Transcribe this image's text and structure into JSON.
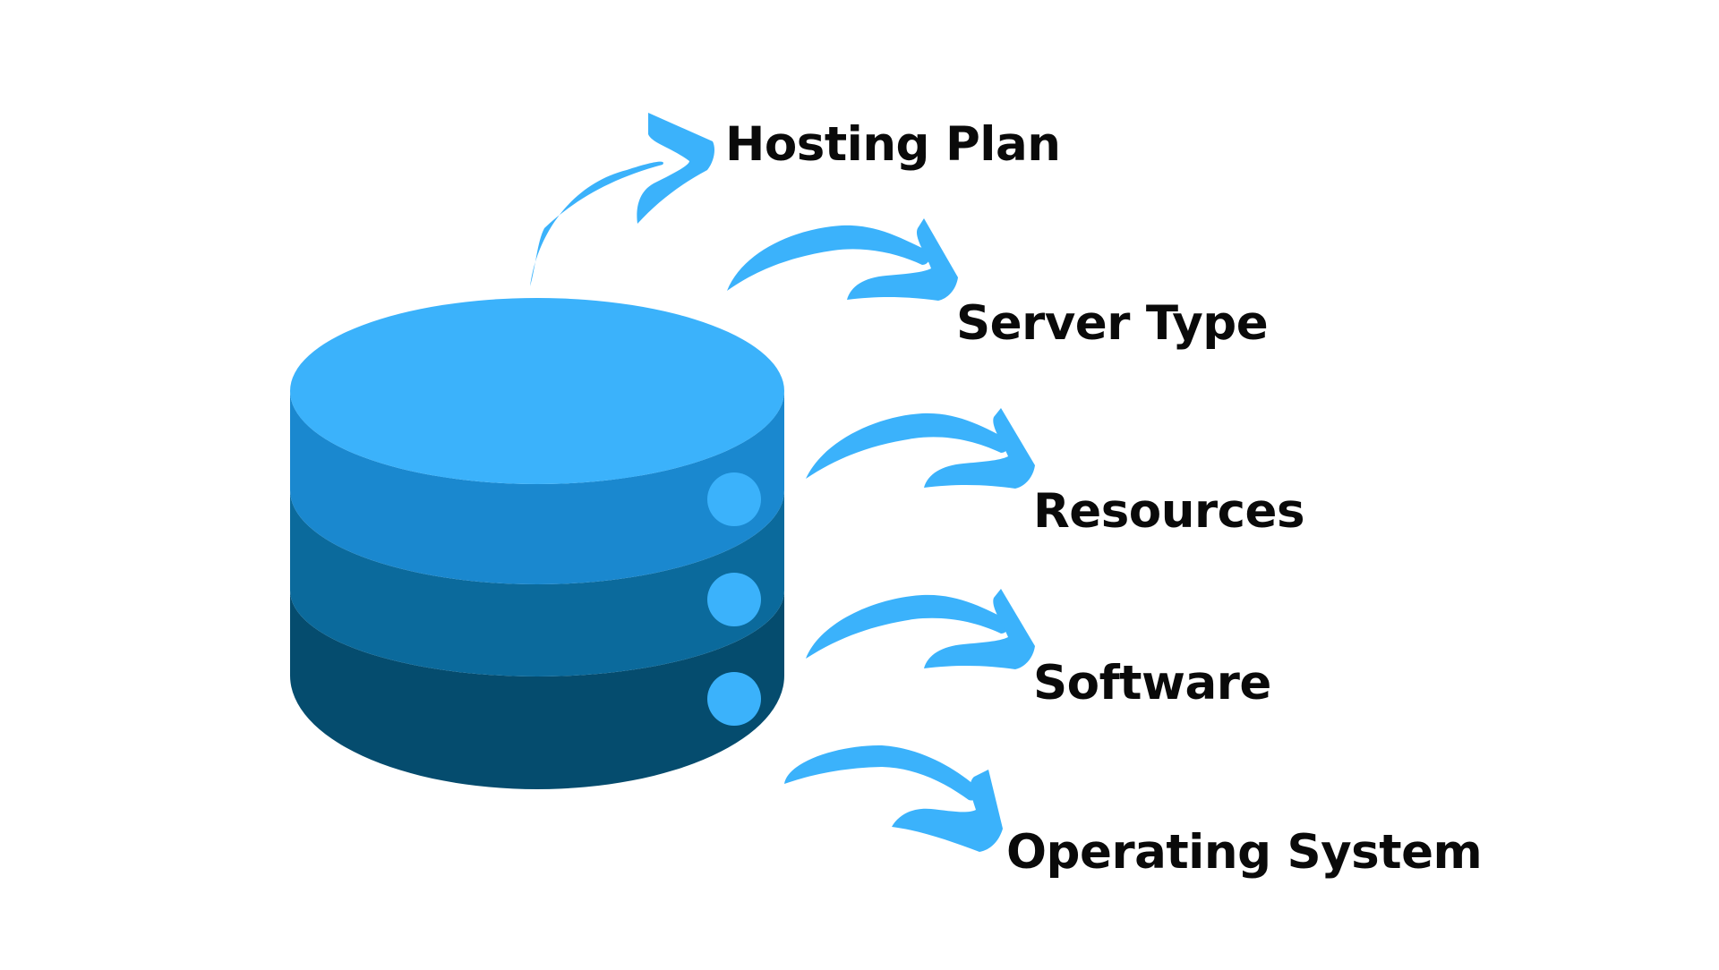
{
  "colors": {
    "background": "#ffffff",
    "cylinder_top": "#3bb2fb",
    "cylinder_band_1": "#1a88cf",
    "cylinder_band_2": "#0b6a9c",
    "cylinder_band_3": "#054c6e",
    "indicator_dot": "#3bb2fb",
    "arrow": "#3bb2fb",
    "label_text": "#0a0a0a"
  },
  "icon": "database-icon",
  "labels": [
    {
      "id": "hosting-plan",
      "text": "Hosting Plan"
    },
    {
      "id": "server-type",
      "text": "Server Type"
    },
    {
      "id": "resources",
      "text": "Resources"
    },
    {
      "id": "software",
      "text": "Software"
    },
    {
      "id": "operating-system",
      "text": "Operating System"
    }
  ]
}
